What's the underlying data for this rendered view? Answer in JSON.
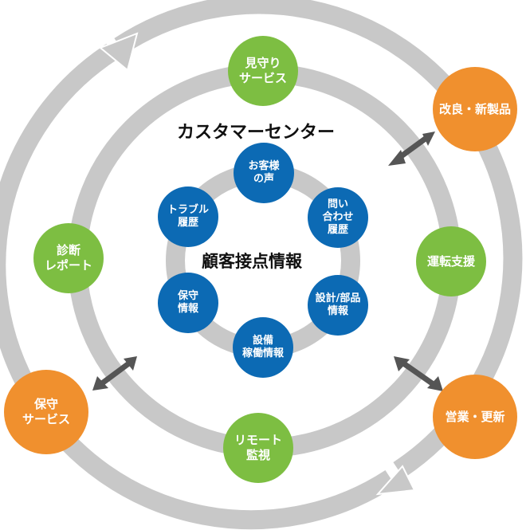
{
  "colors": {
    "ring": "#c8c8c8",
    "green": "#7dbe42",
    "orange": "#f0902e",
    "blue": "#0c6ab4",
    "arrow": "#555555",
    "text": "#111111"
  },
  "titles": {
    "customer_center": "カスタマーセンター",
    "customer_contact_info": "顧客接点情報"
  },
  "green_nodes": [
    {
      "lines": [
        "見守り",
        "サービス"
      ]
    },
    {
      "lines": [
        "運転支援"
      ]
    },
    {
      "lines": [
        "リモート",
        "監視"
      ]
    },
    {
      "lines": [
        "診断",
        "レポート"
      ]
    }
  ],
  "orange_nodes": [
    {
      "lines": [
        "改良・新製品"
      ]
    },
    {
      "lines": [
        "営業・更新"
      ]
    },
    {
      "lines": [
        "保守",
        "サービス"
      ]
    }
  ],
  "blue_nodes": [
    {
      "lines": [
        "お客様",
        "の声"
      ]
    },
    {
      "lines": [
        "問い",
        "合わせ",
        "履歴"
      ]
    },
    {
      "lines": [
        "設計/部品",
        "情報"
      ]
    },
    {
      "lines": [
        "設備",
        "稼働情報"
      ]
    },
    {
      "lines": [
        "保守",
        "情報"
      ]
    },
    {
      "lines": [
        "トラブル",
        "履歴"
      ]
    }
  ]
}
